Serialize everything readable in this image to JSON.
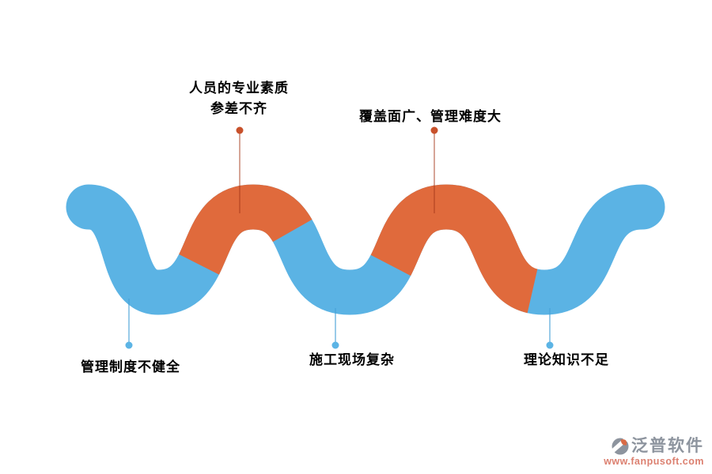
{
  "diagram": {
    "title_hint": "construction-management-problems-wave",
    "callouts": [
      {
        "lines": [
          "人员的专业素质",
          "参差不齐"
        ],
        "accent": "orange",
        "position": "top-left"
      },
      {
        "lines": [
          "覆盖面广、管理难度大"
        ],
        "accent": "orange",
        "position": "top-right"
      },
      {
        "lines": [
          "管理制度不健全"
        ],
        "accent": "blue",
        "position": "bottom-left"
      },
      {
        "lines": [
          "施工现场复杂"
        ],
        "accent": "blue",
        "position": "bottom-middle"
      },
      {
        "lines": [
          "理论知识不足"
        ],
        "accent": "blue",
        "position": "bottom-right"
      }
    ],
    "colors": {
      "wave_blue": "#5BB3E4",
      "wave_orange": "#E06A3C",
      "dot_orange": "#C8512B",
      "dot_blue": "#5CB4E5",
      "connector_orange": "rgba(165,55,25,0.45)",
      "connector_blue": "rgba(70,160,215,0.55)",
      "text": "#000000"
    }
  },
  "watermark": {
    "brand": "泛普软件",
    "url": "www.fanpusoft.com",
    "brand_color": "#8D949E",
    "url_color": "#DC8070"
  }
}
